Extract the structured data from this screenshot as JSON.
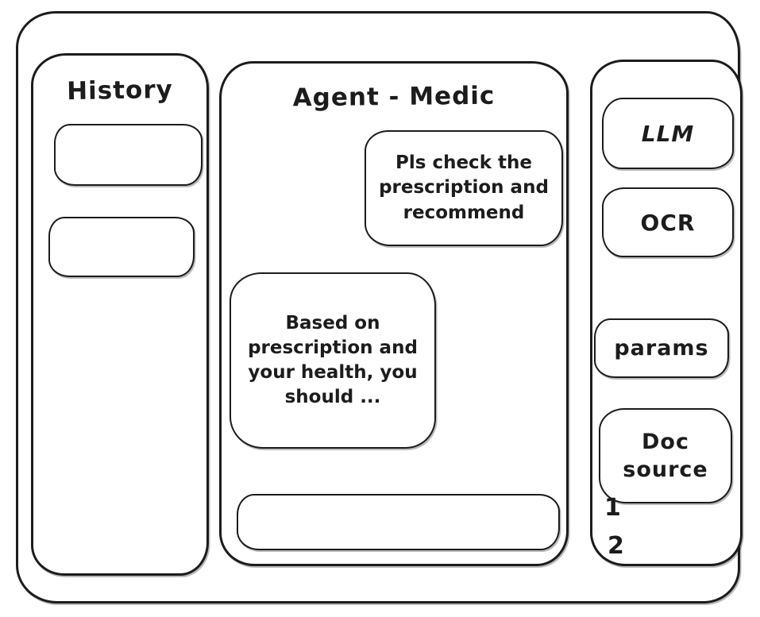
{
  "colors": {
    "stroke": "#1c1c1c",
    "background": "#ffffff"
  },
  "history_panel": {
    "title": "History",
    "items": [
      {
        "label": ""
      },
      {
        "label": ""
      }
    ]
  },
  "chat_panel": {
    "title": "Agent - Medic",
    "messages": [
      {
        "role": "user",
        "text": "Pls check the prescription and recommend"
      },
      {
        "role": "assistant",
        "text": "Based on prescription and your health, you should ..."
      }
    ],
    "input": {
      "value": ""
    }
  },
  "tools_panel": {
    "boxes": [
      {
        "label": "LLM"
      },
      {
        "label": "OCR"
      },
      {
        "label": "params"
      },
      {
        "label": "Doc source"
      }
    ],
    "doc_source_items": [
      "1",
      "2"
    ]
  }
}
